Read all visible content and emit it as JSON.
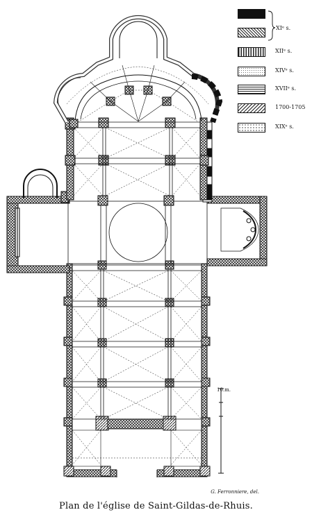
{
  "caption": "Plan de l'église de Saint-Gildas-de-Rhuis.",
  "credit": "G. Ferronniere, del.",
  "scale_label": "10.m.",
  "legend": {
    "bracket_label": "XIᵉ s.",
    "items": [
      {
        "label": "",
        "pattern": "solid"
      },
      {
        "label": "",
        "pattern": "crosshatch"
      },
      {
        "label": "XIIᵉ s.",
        "pattern": "vertical"
      },
      {
        "label": "XIVᵉ s.",
        "pattern": "dots"
      },
      {
        "label": "XVIIᵉ s.",
        "pattern": "horizontal"
      },
      {
        "label": "1700-1705",
        "pattern": "diagonal"
      },
      {
        "label": "XIXᵉ s.",
        "pattern": "stipple"
      }
    ]
  }
}
